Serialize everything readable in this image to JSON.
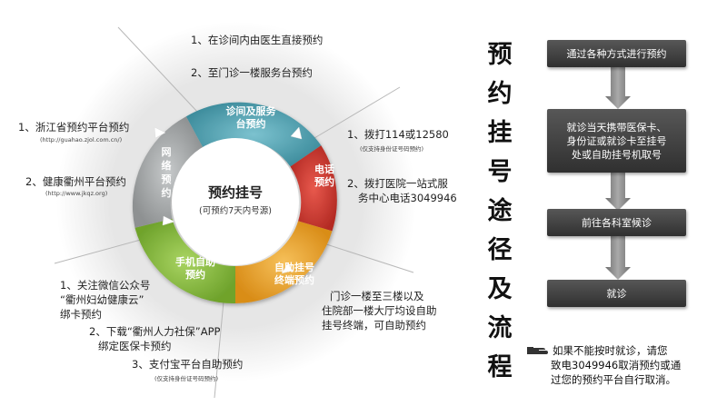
{
  "center": {
    "title": "预约挂号",
    "subtitle": "(可预约7天内号源)"
  },
  "segments": {
    "clinic": [
      "诊间及服务",
      "台预约"
    ],
    "phone": [
      "电话",
      "预约"
    ],
    "kiosk": [
      "自助挂号",
      "终端预约"
    ],
    "mobile": [
      "手机自助",
      "预约"
    ],
    "web": [
      "网",
      "络",
      "预",
      "约"
    ]
  },
  "notes": {
    "clinic_1": "1、在诊间内由医生直接预约",
    "clinic_2": "2、至门诊一楼服务台预约",
    "phone_1": "1、拨打114或12580",
    "phone_1_sub": "(仅支持身份证号码预约)",
    "phone_2a": "2、拨打医院一站式服",
    "phone_2b": "务中心电话3049946",
    "kiosk_1": "门诊一楼至三楼以及",
    "kiosk_2": "住院部一楼大厅均设自助",
    "kiosk_3": "挂号终端，可自助预约",
    "web_1": "1、浙江省预约平台预约",
    "web_1_url": "(http://guahao.zjol.com.cn/)",
    "web_2": "2、健康衢州平台预约",
    "web_2_url": "(http://www.jkqz.org)",
    "mobile_1a": "1、关注微信公众号",
    "mobile_1b": "“衢州妇幼健康云”",
    "mobile_1c": "绑卡预约",
    "mobile_2a": "2、下载“衢州人力社保”APP",
    "mobile_2b": "绑定医保卡预约",
    "mobile_3": "3、支付宝平台自助预约",
    "mobile_3_sub": "(仅支持身份证号码预约)"
  },
  "title_chars": [
    "预",
    "约",
    "挂",
    "号",
    "途",
    "径",
    "及",
    "流",
    "程"
  ],
  "steps": [
    "通过各种方式进行预约",
    "就诊当天携带医保卡、\n身份证或就诊卡至挂号\n处或自助挂号机取号",
    "前往各科室候诊",
    "就诊"
  ],
  "footnote": {
    "line1": "如果不能按时就诊，请您",
    "line2": "致电3049946取消预约或通",
    "line3": "过您的预约平台自行取消。"
  },
  "colors": {
    "clinic": "#58a7b6",
    "phone": "#d23b31",
    "kiosk": "#eaa22b",
    "mobile": "#8cc043",
    "web": "#a7aaab",
    "flow_box": "#3f3f3f",
    "flow_arrow": "#7d7d7d"
  }
}
